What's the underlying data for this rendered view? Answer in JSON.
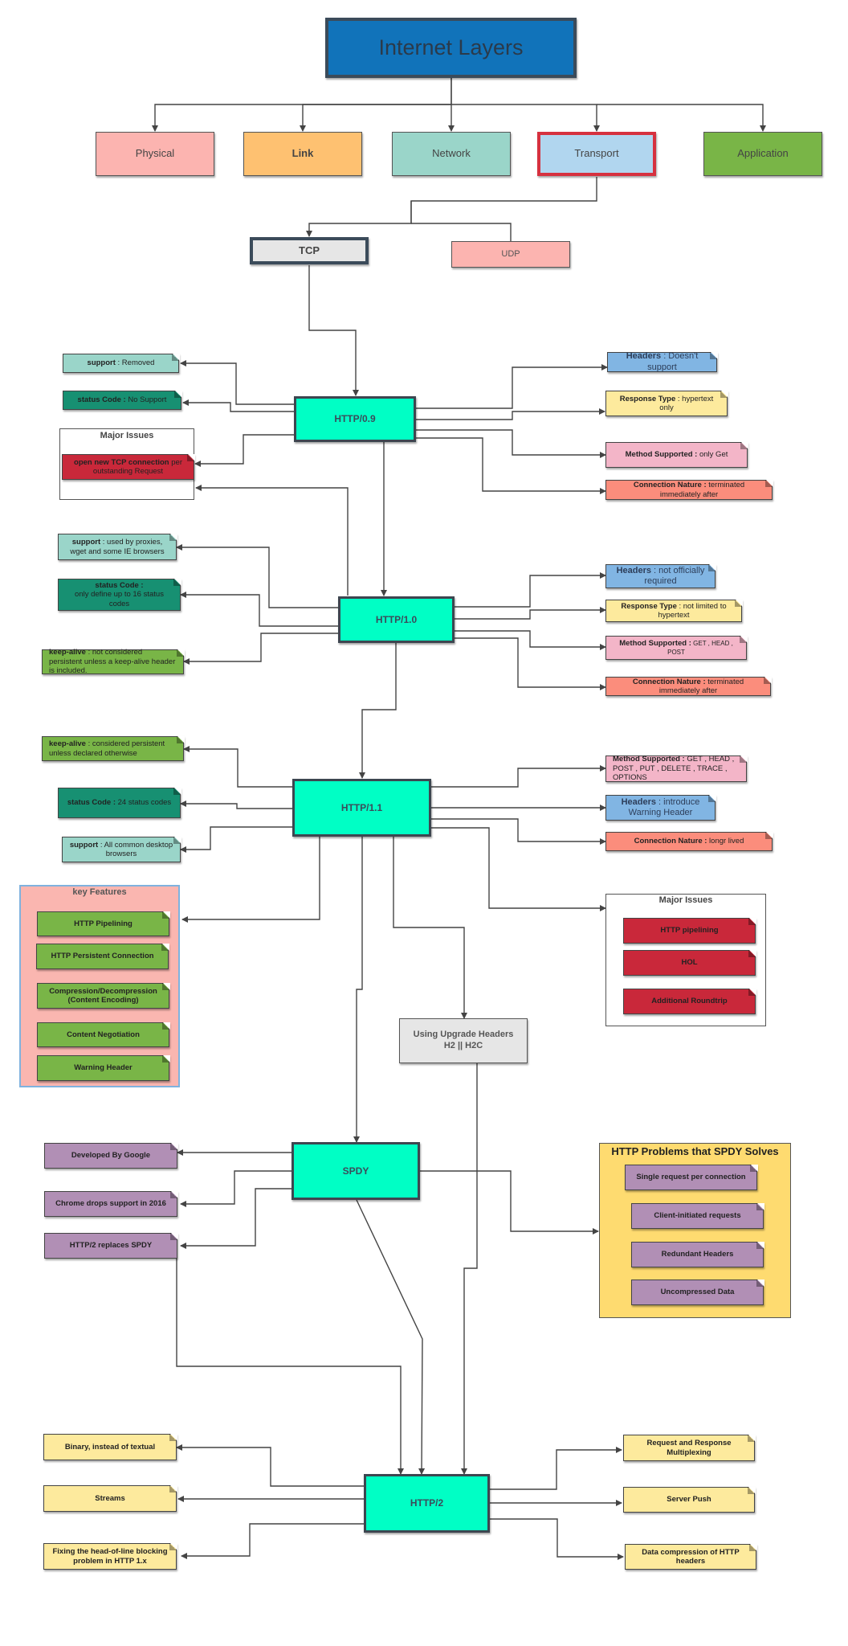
{
  "title": "Internet Layers",
  "layers": {
    "physical": "Physical",
    "link": "Link",
    "network": "Network",
    "transport": "Transport",
    "application": "Application"
  },
  "transport": {
    "tcp": "TCP",
    "udp": "UDP"
  },
  "http09": {
    "label": "HTTP/0.9",
    "support_k": "support",
    "support_v": " : Removed",
    "status_k": "status Code :",
    "status_v": "  No Support",
    "issues_title": "Major Issues",
    "issue_k": "open new TCP connection",
    "issue_v": " per outstanding Request",
    "headers_k": "Headers",
    "headers_v": " : Doesn't support",
    "response_k": "Response Type",
    "response_v": " : hypertext only",
    "method_k": "Method Supported :",
    "method_v": " only Get",
    "conn_k": "Connection Nature :",
    "conn_v": " terminated immediately after"
  },
  "http10": {
    "label": "HTTP/1.0",
    "support_k": "support",
    "support_v": " : used by proxies, wget and some IE browsers",
    "status_k": "status Code :",
    "status_v": "only define up to 16 status codes",
    "keep_k": "keep-alive",
    "keep_v": " : not considered persistent unless a keep-alive header is included.",
    "headers_k": "Headers",
    "headers_v": " : not officially required",
    "response_k": "Response Type",
    "response_v": " : not limited to hypertext",
    "method_k": "Method Supported :",
    "method_v": " GET , HEAD , POST",
    "conn_k": "Connection Nature :",
    "conn_v": " terminated immediately after"
  },
  "http11": {
    "label": "HTTP/1.1",
    "keep_k": "keep-alive",
    "keep_v": " : considered persistent unless declared otherwise",
    "status_k": "status Code :",
    "status_v": "  24 status codes",
    "support_k": "support",
    "support_v": " : All common desktop browsers",
    "method_k": "Method Supported :",
    "method_v": " GET , HEAD , POST , PUT , DELETE , TRACE , OPTIONS",
    "headers_k": "Headers",
    "headers_v": " : introduce Warning Header",
    "conn_k": "Connection Nature :",
    "conn_v": " longr lived",
    "features_title": "key Features",
    "features": [
      "HTTP Pipelining",
      "HTTP Persistent Connection",
      "Compression/Decompression (Content Encoding)",
      "Content Negotiation",
      "Warning Header"
    ],
    "issues_title": "Major Issues",
    "issues": [
      "HTTP pipelining",
      "HOL",
      "Additional Roundtrip"
    ],
    "upgrade_line1": "Using Upgrade Headers",
    "upgrade_line2": "H2 ||  H2C"
  },
  "spdy": {
    "label": "SPDY",
    "notes": [
      "Developed By Google",
      "Chrome drops support in 2016",
      "HTTP/2 replaces SPDY"
    ],
    "problems_title": "HTTP Problems that SPDY Solves",
    "problems": [
      "Single request per connection",
      "Client-initiated requests",
      "Redundant Headers",
      "Uncompressed Data"
    ]
  },
  "http2": {
    "label": "HTTP/2",
    "left": [
      "Binary, instead of textual",
      "Streams",
      "Fixing the head-of-line blocking problem in HTTP 1.x"
    ],
    "right": [
      "Request and Response Multiplexing",
      "Server Push",
      "Data compression of HTTP headers"
    ]
  },
  "colors": {
    "title_bg": "#1173ba",
    "protocol": "#00ffc5",
    "physical": "#fcb4b0",
    "link": "#fec171",
    "network": "#9ad5c9",
    "transport": "#b1d6ef",
    "transport_border": "#d6313f",
    "application": "#79b547",
    "features_bg": "#fab6b0",
    "problems_bg": "#fedb70"
  }
}
